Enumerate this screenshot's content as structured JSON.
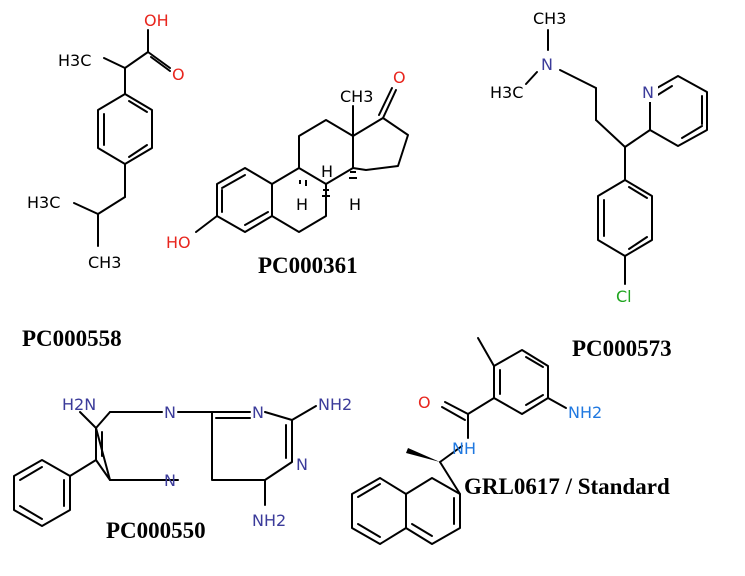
{
  "molecules": {
    "pc558": {
      "caption": "PC000558",
      "labels": {
        "oh": "OH",
        "o": "O",
        "h3c_a": "H3C",
        "h3c_b": "H3C",
        "ch3": "CH3"
      }
    },
    "pc361": {
      "caption": "PC000361",
      "labels": {
        "o": "O",
        "ch3": "CH3",
        "ho": "HO",
        "h1": "H",
        "h2": "H",
        "h3": "H"
      }
    },
    "pc573": {
      "caption": "PC000573",
      "labels": {
        "ch3_top": "CH3",
        "n_amine": "N",
        "h3c": "H3C",
        "n_pyr": "N",
        "cl": "Cl"
      }
    },
    "pc550": {
      "caption": "PC000550",
      "labels": {
        "h2n": "H2N",
        "n1": "N",
        "n2": "N",
        "nh2_right": "NH2",
        "n3": "N",
        "n4": "N",
        "nh2_bottom": "NH2"
      }
    },
    "grl": {
      "caption": "GRL0617 / Standard",
      "labels": {
        "o": "O",
        "nh": "NH",
        "nh2": "NH2"
      }
    }
  },
  "colors": {
    "bond": "#000000",
    "oxygen": "#e8261e",
    "nitrogen_blue": "#2f52d8",
    "nitrogen_dark": "#3b3b9a",
    "nitrogen_slate": "#5360a8",
    "nh_blue": "#1f78e0",
    "chlorine": "#20a520",
    "carbon_label": "#000000"
  }
}
